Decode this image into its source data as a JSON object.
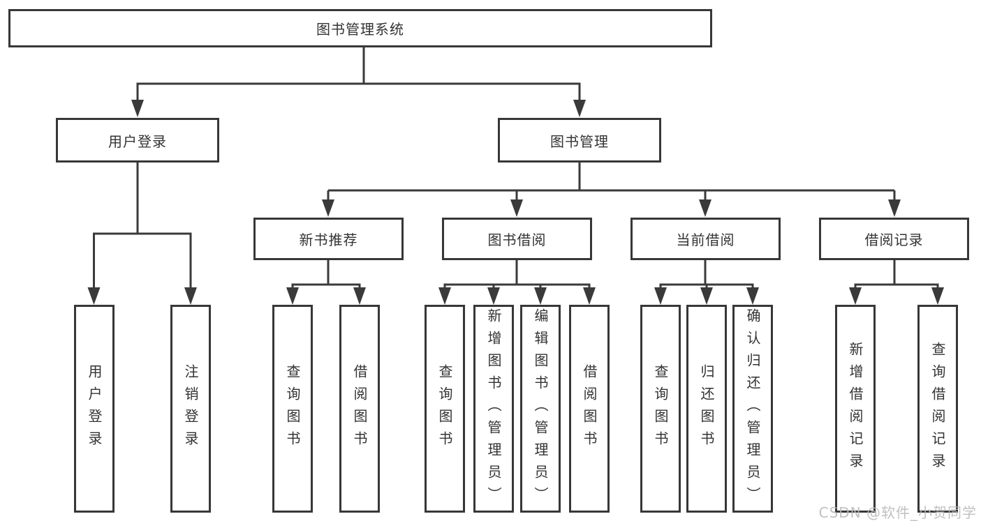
{
  "tree": {
    "label": "图书管理系统",
    "children": [
      {
        "label": "用户登录",
        "children": [
          {
            "label": "用户登录"
          },
          {
            "label": "注销登录"
          }
        ]
      },
      {
        "label": "图书管理",
        "children": [
          {
            "label": "新书推荐",
            "children": [
              {
                "label": "查询图书"
              },
              {
                "label": "借阅图书"
              }
            ]
          },
          {
            "label": "图书借阅",
            "children": [
              {
                "label": "查询图书"
              },
              {
                "label": "新增图书（管理员）"
              },
              {
                "label": "编辑图书（管理员）"
              },
              {
                "label": "借阅图书"
              }
            ]
          },
          {
            "label": "当前借阅",
            "children": [
              {
                "label": "查询图书"
              },
              {
                "label": "归还图书"
              },
              {
                "label": "确认归还（管理员）"
              }
            ]
          },
          {
            "label": "借阅记录",
            "children": [
              {
                "label": "新增借阅记录"
              },
              {
                "label": "查询借阅记录"
              }
            ]
          }
        ]
      }
    ]
  },
  "watermark": {
    "text": "CSDN @软件_小贺同学"
  },
  "colors": {
    "line": "#3a3a3a",
    "box_border": "#373737",
    "text": "#333333",
    "watermark": "#b9b9b9",
    "background": "#ffffff"
  }
}
